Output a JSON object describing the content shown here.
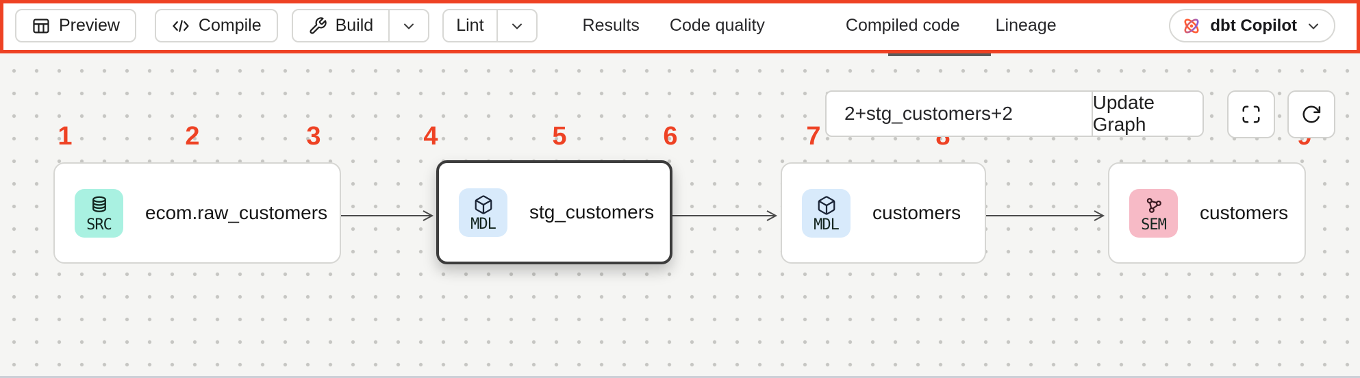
{
  "toolbar": {
    "buttons": {
      "preview": "Preview",
      "compile": "Compile",
      "build": "Build",
      "lint": "Lint"
    },
    "tabs": [
      {
        "label": "Results"
      },
      {
        "label": "Code quality"
      },
      {
        "label": "Compiled code"
      },
      {
        "label": "Lineage",
        "active": true
      }
    ],
    "copilot_label": "dbt Copilot"
  },
  "annotations": {
    "numbers": [
      "1",
      "2",
      "3",
      "4",
      "5",
      "6",
      "7",
      "8",
      "9"
    ],
    "highlight_color": "#ee4224"
  },
  "lineage": {
    "selector": {
      "value": "2+stg_customers+2",
      "update_label": "Update Graph"
    },
    "nodes": [
      {
        "type": "SRC",
        "label": "ecom.raw_customers",
        "icon": "database-icon",
        "badge_color": "#a9f1e1",
        "selected": false
      },
      {
        "type": "MDL",
        "label": "stg_customers",
        "icon": "cube-icon",
        "badge_color": "#d8eafb",
        "selected": true
      },
      {
        "type": "MDL",
        "label": "customers",
        "icon": "cube-icon",
        "badge_color": "#d8eafb",
        "selected": false
      },
      {
        "type": "SEM",
        "label": "customers",
        "icon": "semantic-model-icon",
        "badge_color": "#f7bac6",
        "selected": false
      }
    ]
  },
  "colors": {
    "accent_red": "#ee4224",
    "canvas_bg": "#f5f5f3",
    "active_tab_underline": "#5c5c5c",
    "dbt_orange": "#ff5c35",
    "dbt_purple": "#7a5cf0"
  }
}
